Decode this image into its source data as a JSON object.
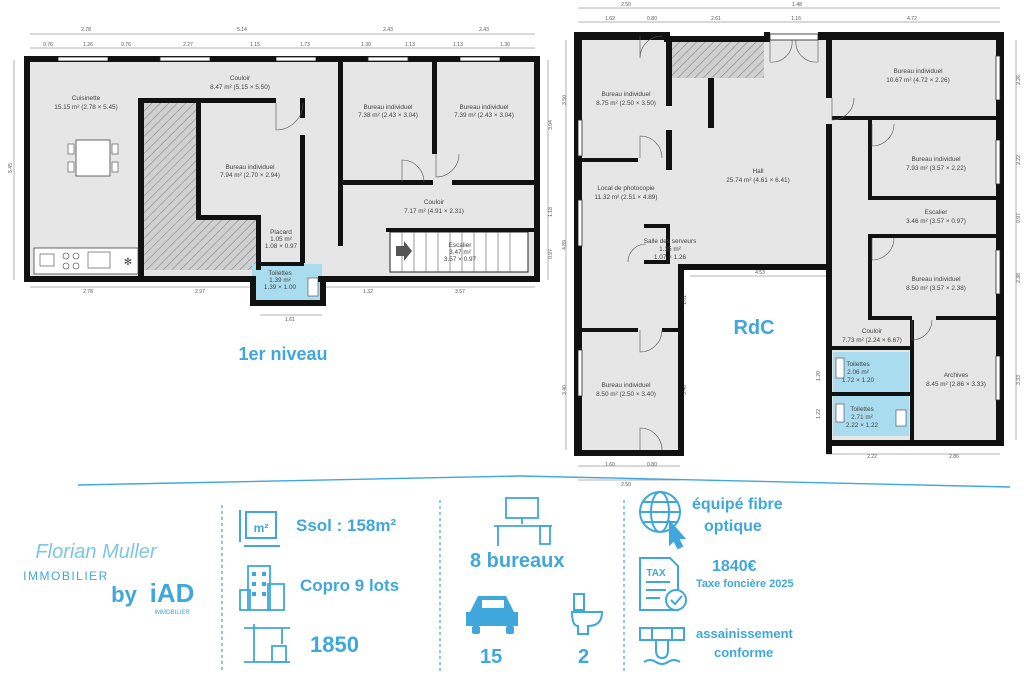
{
  "level1": {
    "title": "1er niveau",
    "rooms": {
      "cuisinette": {
        "name": "Cuisinette",
        "dims": "15.15 m² (2.78 × 5.45)"
      },
      "couloir_top": {
        "name": "Couloir",
        "dims": "8.47 m² (5.15 × 5.50)"
      },
      "bureau_a": {
        "name": "Bureau individuel",
        "dims": "7.38 m² (2.43 × 3.04)"
      },
      "bureau_b": {
        "name": "Bureau individuel",
        "dims": "7.39 m² (2.43 × 3.04)"
      },
      "bureau_c": {
        "name": "Bureau individuel",
        "dims": "7.94 m² (2.70 × 2.94)"
      },
      "couloir_mid": {
        "name": "Couloir",
        "dims": "7.17 m² (4.91 × 2.31)"
      },
      "placard": {
        "name": "Placard",
        "area": "1.05 m²",
        "dims": "1.08 × 0.97"
      },
      "escalier": {
        "name": "Escalier",
        "area": "3.47 m²",
        "dims": "3.57 × 0.97"
      },
      "toilettes": {
        "name": "Toilettes",
        "area": "1.39 m²",
        "dims": "1.39 × 1.00"
      }
    },
    "dims": {
      "top_total": [
        "2.78",
        "5.14",
        "2.43",
        "2.43"
      ],
      "top_sub": [
        "0.76",
        "1.26",
        "0.76",
        "2.27",
        "1.15",
        "1.73",
        "1.30",
        "1.13",
        "1.13",
        "1.30"
      ],
      "bottom": [
        "2.78",
        "2.97",
        "1.32",
        "3.57"
      ],
      "bottom_small": "1.61",
      "left": "5.45",
      "right": [
        "3.04",
        "1.18",
        "0.97"
      ]
    }
  },
  "rdc": {
    "title": "RdC",
    "rooms": {
      "bureau_1": {
        "name": "Bureau individuel",
        "dims": "8.75 m² (2.50 × 3.50)"
      },
      "bureau_2": {
        "name": "Bureau individuel",
        "dims": "10.67 m² (4.72 × 2.26)"
      },
      "hall": {
        "name": "Hall",
        "dims": "25.74 m² (4.61 × 6.41)"
      },
      "bureau_3": {
        "name": "Bureau individuel",
        "dims": "7.93 m² (3.57 × 2.22)"
      },
      "photocopie": {
        "name": "Local de photocopie",
        "dims": "11.32 m² (2.51 × 4.89)"
      },
      "escalier": {
        "name": "Escalier",
        "dims": "3.46 m² (3.57 × 0.97)"
      },
      "serveurs": {
        "name": "Salle des serveurs",
        "area": "1.35 m²",
        "dims": "1.07 × 1.26"
      },
      "bureau_4": {
        "name": "Bureau individuel",
        "dims": "8.50 m² (3.57 × 2.38)"
      },
      "couloir": {
        "name": "Couloir",
        "dims": "7.73 m² (2.24 × 6.67)"
      },
      "toilettes_1": {
        "name": "Toilettes",
        "area": "2.06 m²",
        "dims": "1.72 × 1.20"
      },
      "archives": {
        "name": "Archives",
        "dims": "8.45 m² (2.86 × 3.33)"
      },
      "bureau_5": {
        "name": "Bureau individuel",
        "dims": "8.50 m² (2.50 × 3.40)"
      },
      "toilettes_2": {
        "name": "Toilettes",
        "area": "2.71 m²",
        "dims": "2.22 × 1.22"
      }
    },
    "dims": {
      "top_total": [
        "2.50",
        "1.48",
        "4.72"
      ],
      "top_sub": [
        "1.62",
        "0.80",
        "2.61",
        "1.16"
      ],
      "bottom": [
        "1.60",
        "0.80",
        "2.50",
        "2.22",
        "2.86"
      ],
      "mid": "4.53",
      "left": [
        "3.50",
        "4.89",
        "3.40"
      ],
      "right": [
        "2.26",
        "2.22",
        "0.97",
        "2.38",
        "3.33"
      ],
      "inner": [
        "1.61",
        "3.40",
        "1.20",
        "1.22"
      ]
    }
  },
  "branding": {
    "script": "Florian Muller",
    "immobilier": "IMMOBILIER",
    "by": "by",
    "iad": "iAD",
    "iad_sub": "IMMOBILIER"
  },
  "stats": {
    "m2_icon_label": "m²",
    "ssol": "Ssol : 158m²",
    "copro": "Copro 9 lots",
    "year": "1850",
    "bureaux": "8 bureaux",
    "parking": "15",
    "toilets": "2",
    "fibre_line1": "équipé fibre",
    "fibre_line2": "optique",
    "tax_icon_label": "TAX",
    "tax_amount": "1840€",
    "tax_label": "Taxe foncière 2025",
    "assain_line1": "assainissement",
    "assain_line2": "conforme"
  },
  "colors": {
    "accent": "#3fa7dc",
    "wall": "#111111",
    "floor": "#e5e5e5",
    "wet": "#a9dcef"
  }
}
